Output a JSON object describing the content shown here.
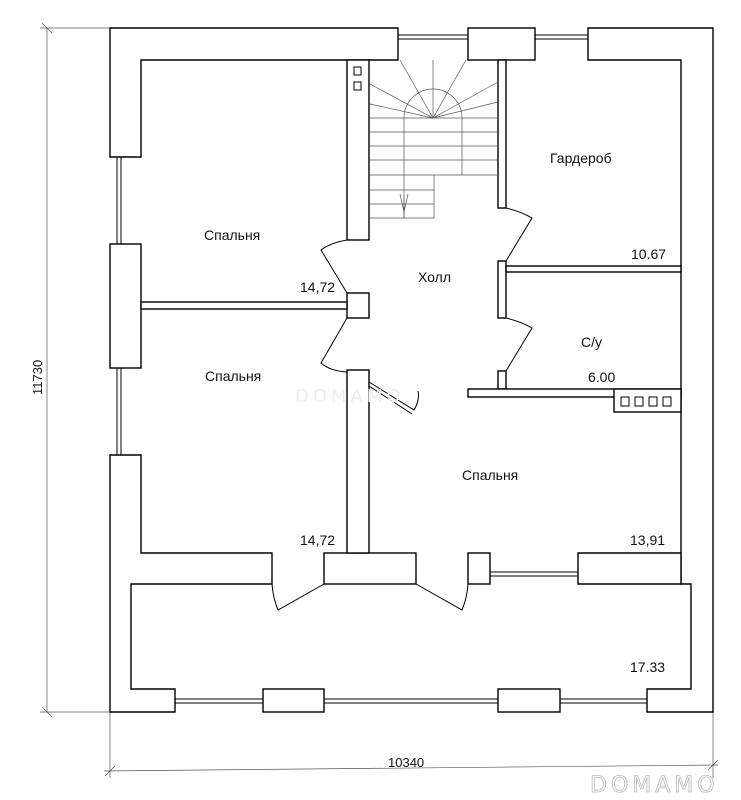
{
  "rooms": [
    {
      "name": "Спальня",
      "area": "14,72"
    },
    {
      "name": "Холл"
    },
    {
      "name": "Гардероб",
      "area": "10.67"
    },
    {
      "name": "С/у",
      "area": "6.00"
    },
    {
      "name": "Спальня",
      "area": "14,72"
    },
    {
      "name": "Спальня",
      "area": "13,91"
    },
    {
      "area": "17.33"
    }
  ],
  "dimensions": {
    "height": "11730",
    "width": "10340"
  },
  "watermark": "DOMAMO"
}
